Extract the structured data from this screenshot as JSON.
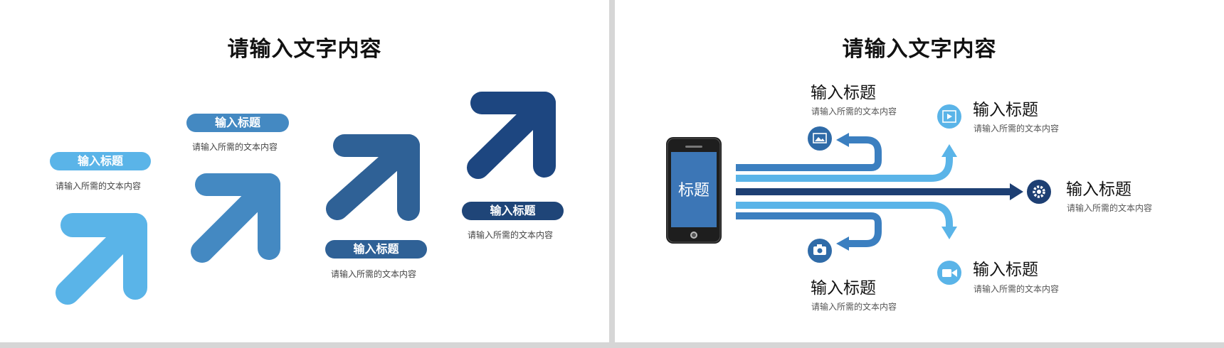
{
  "left": {
    "title": "请输入文字内容",
    "steps": [
      {
        "label": "输入标题",
        "desc": "请输入所需的文本内容",
        "color": "#5ab4e8"
      },
      {
        "label": "输入标题",
        "desc": "请输入所需的文本内容",
        "color": "#4489c2"
      },
      {
        "label": "输入标题",
        "desc": "请输入所需的文本内容",
        "color": "#2f6196"
      },
      {
        "label": "输入标题",
        "desc": "请输入所需的文本内容",
        "color": "#1d4680"
      }
    ]
  },
  "right": {
    "title": "请输入文字内容",
    "phone_label": "标题",
    "items": [
      {
        "title": "输入标题",
        "desc": "请输入所需的文本内容",
        "icon": "image-icon"
      },
      {
        "title": "输入标题",
        "desc": "请输入所需的文本内容",
        "icon": "video-icon"
      },
      {
        "title": "输入标题",
        "desc": "请输入所需的文本内容",
        "icon": "gear-icon"
      },
      {
        "title": "输入标题",
        "desc": "请输入所需的文本内容",
        "icon": "camera-icon"
      },
      {
        "title": "输入标题",
        "desc": "请输入所需的文本内容",
        "icon": "video-camera-icon"
      }
    ]
  },
  "colors": {
    "light": "#5ab4e8",
    "mid": "#3b7fc0",
    "dark": "#1d3f73",
    "pill_dark": "#1f4578"
  }
}
